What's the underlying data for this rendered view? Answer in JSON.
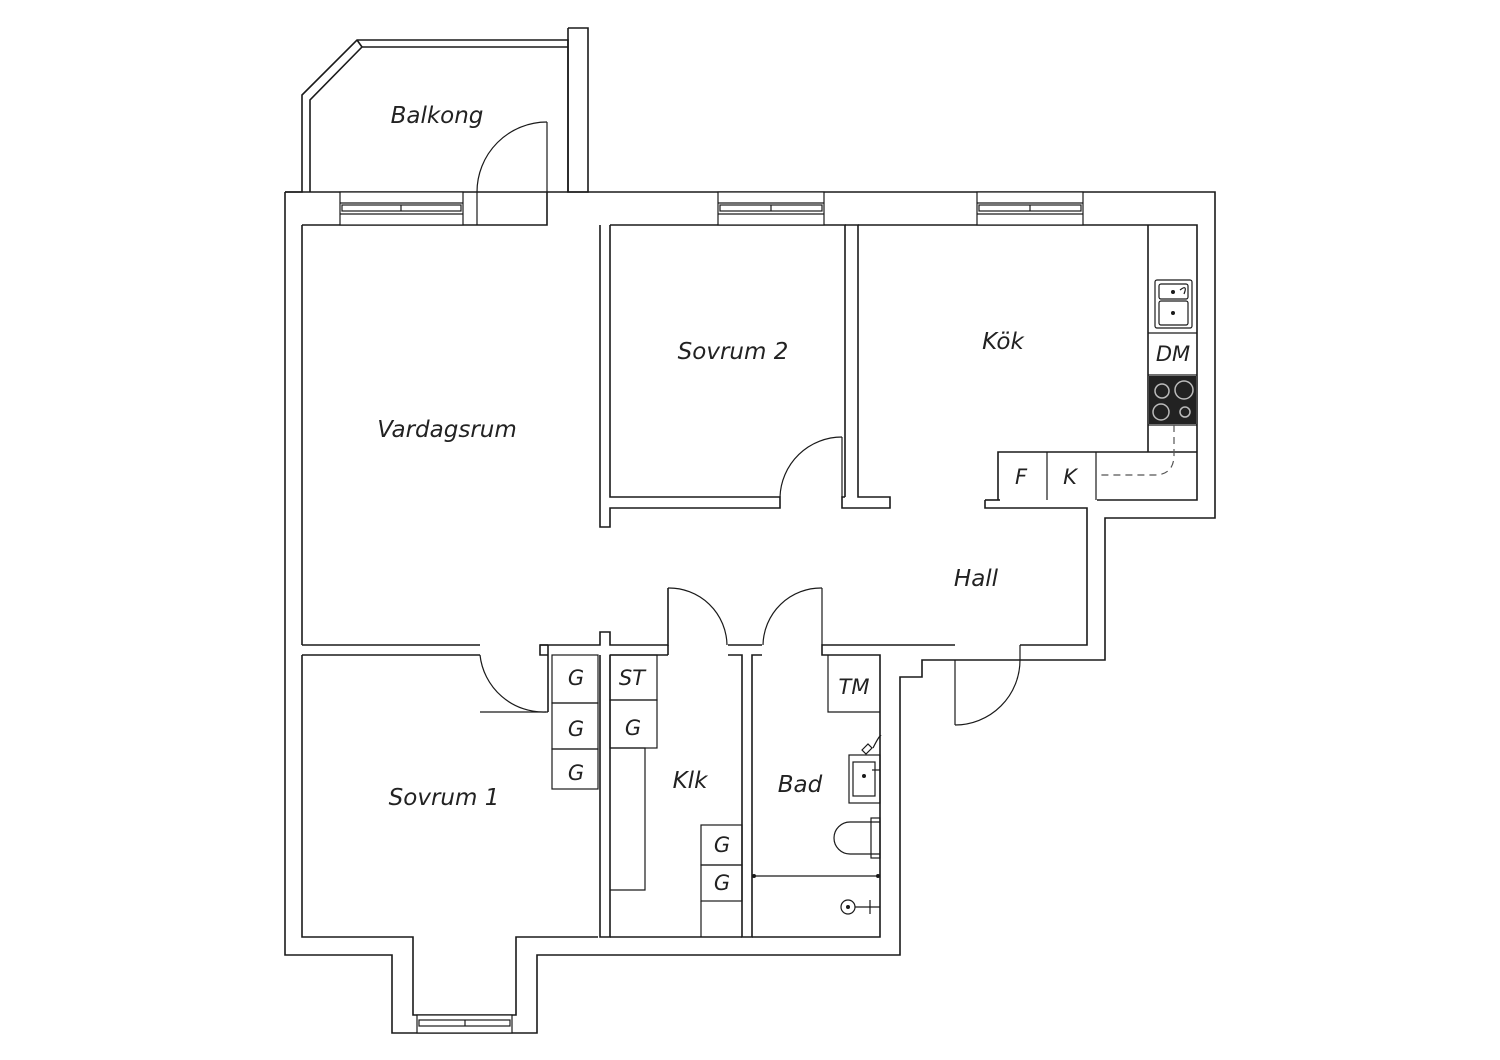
{
  "rooms": {
    "balkong": "Balkong",
    "vardagsrum": "Vardagsrum",
    "sovrum2": "Sovrum 2",
    "kok": "Kök",
    "hall": "Hall",
    "sovrum1": "Sovrum 1",
    "klk": "Klk",
    "bad": "Bad"
  },
  "fixtures": {
    "dm": "DM",
    "f": "F",
    "k": "K",
    "tm": "TM",
    "st": "ST",
    "g": "G"
  }
}
